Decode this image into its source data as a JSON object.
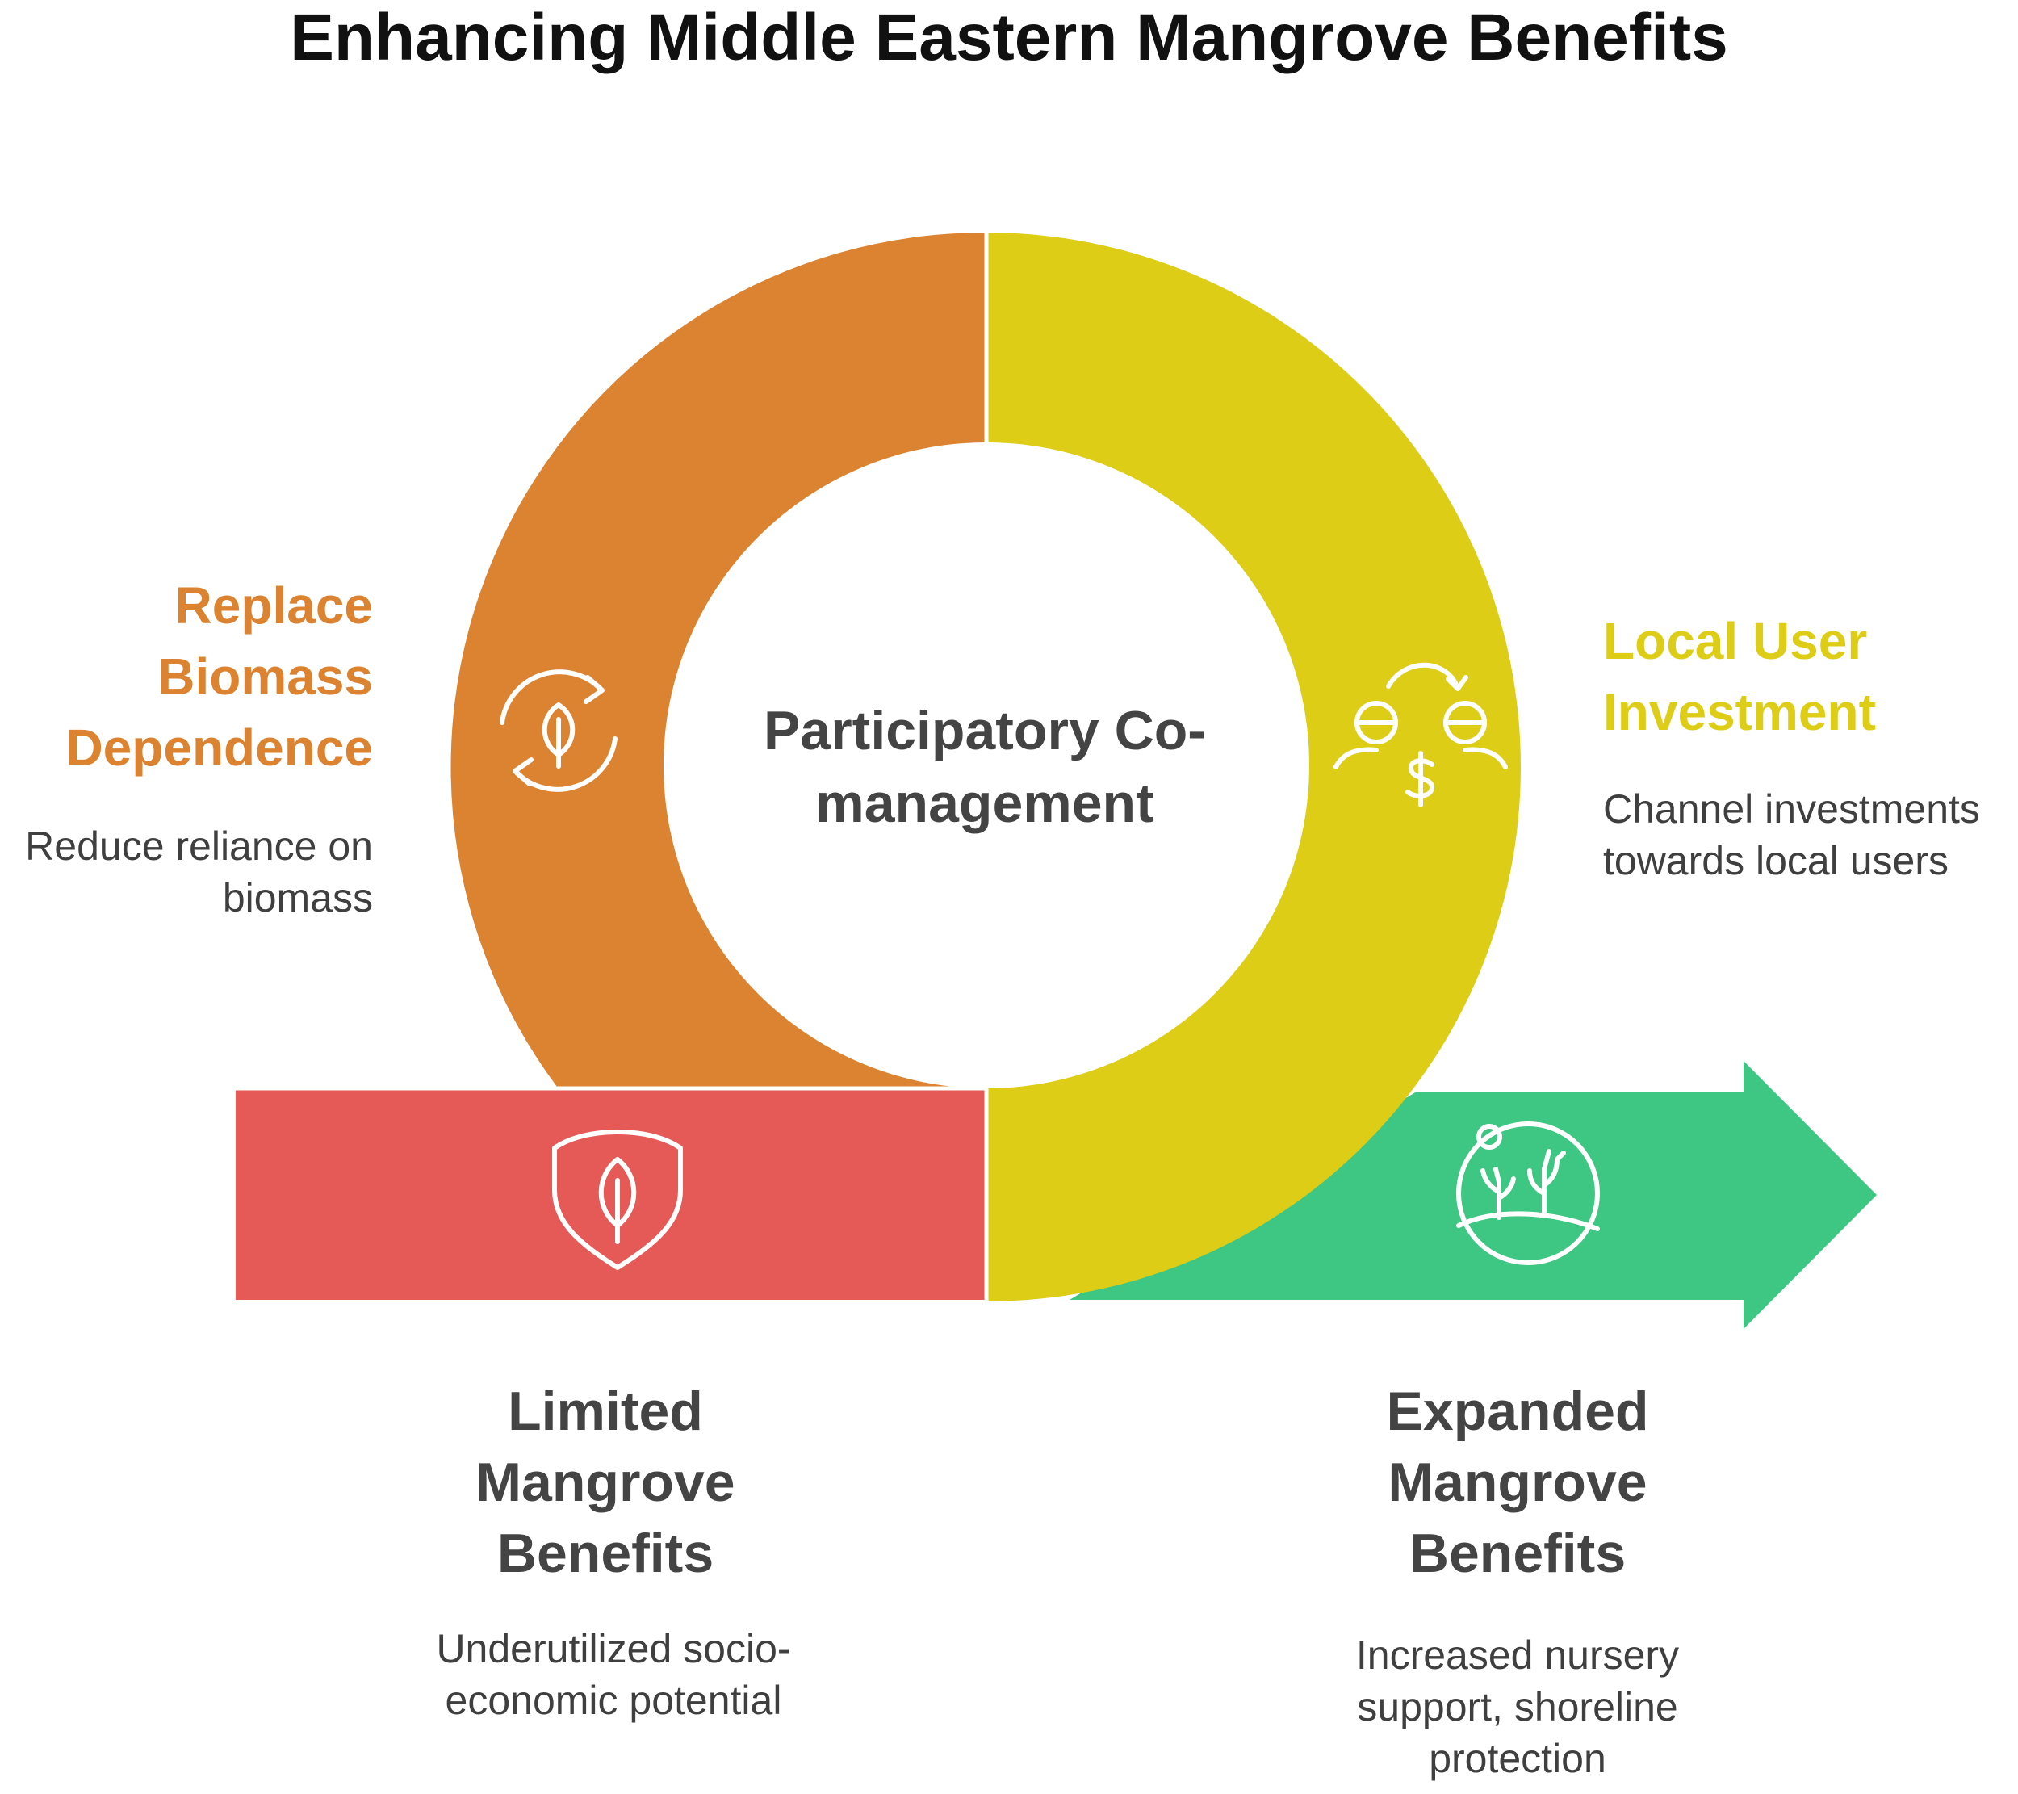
{
  "title": "Enhancing Middle Eastern Mangrove Benefits",
  "colors": {
    "orange": "#DC8331",
    "yellow": "#DECD17",
    "red": "#E55957",
    "green": "#3EC683",
    "text_dark": "#444444",
    "text_desc": "#3f3f3f"
  },
  "center": {
    "label_line1": "Participatory Co-",
    "label_line2": "management"
  },
  "steps": {
    "replace_biomass": {
      "title_line1": "Replace",
      "title_line2": "Biomass",
      "title_line3": "Dependence",
      "desc_line1": "Reduce reliance on",
      "desc_line2": "biomass",
      "icon": "leaf-recycle-icon"
    },
    "local_user": {
      "title_line1": "Local User",
      "title_line2": "Investment",
      "desc_line1": "Channel investments",
      "desc_line2": "towards local users",
      "icon": "people-money-exchange-icon"
    },
    "limited": {
      "title_line1": "Limited",
      "title_line2": "Mangrove",
      "title_line3": "Benefits",
      "desc_line1": "Underutilized socio-",
      "desc_line2": "economic potential",
      "icon": "leaf-shield-icon"
    },
    "expanded": {
      "title_line1": "Expanded",
      "title_line2": "Mangrove",
      "title_line3": "Benefits",
      "desc_line1": "Increased nursery",
      "desc_line2": "support, shoreline",
      "desc_line3": "protection",
      "icon": "mangrove-landscape-icon"
    }
  }
}
